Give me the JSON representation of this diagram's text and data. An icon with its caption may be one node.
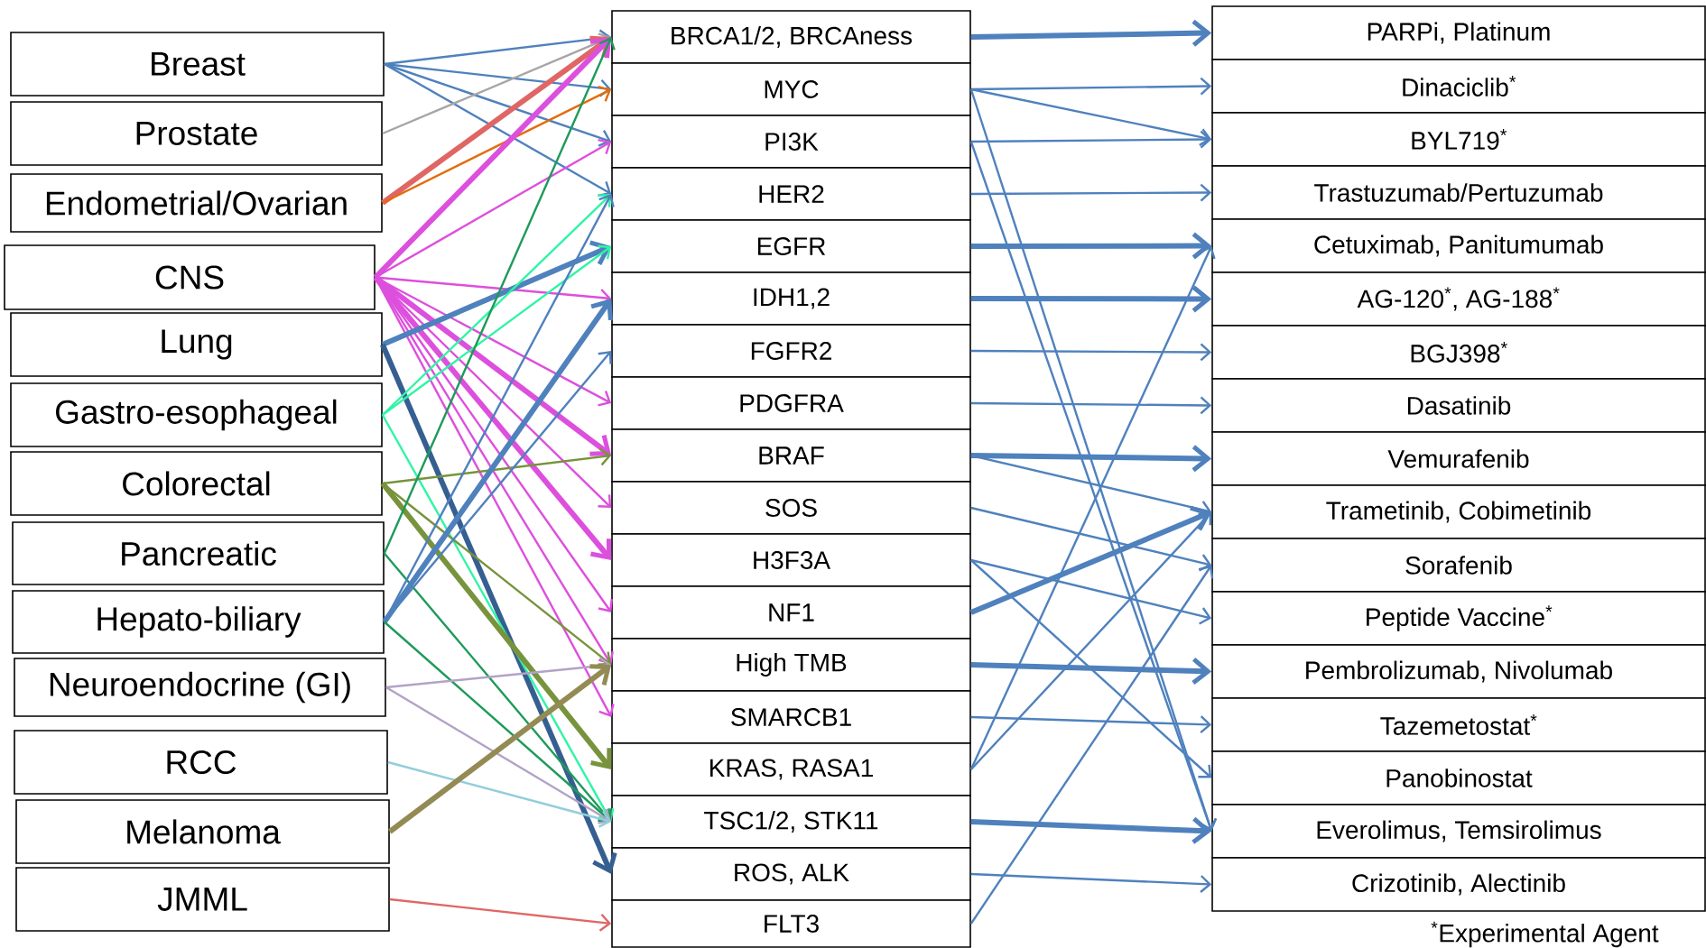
{
  "diagram": {
    "nodes": [
      {
        "text": [
          "Breast"
        ]
      },
      {
        "text": [
          "Prostate"
        ]
      },
      {
        "text": [
          "Endometrial/Ovarian"
        ]
      },
      {
        "text": [
          "CNS"
        ]
      },
      {
        "text": [
          "Lung"
        ]
      },
      {
        "text": [
          "Gastro-esophageal"
        ]
      },
      {
        "text": [
          "Colorectal"
        ]
      },
      {
        "text": [
          "Pancreatic"
        ]
      },
      {
        "text": [
          "Hepato-biliary"
        ]
      },
      {
        "text": [
          "Neuroendocrine (GI)"
        ]
      },
      {
        "text": [
          "RCC"
        ]
      },
      {
        "text": [
          "Melanoma"
        ]
      },
      {
        "text": [
          "JMML"
        ]
      },
      {
        "text": [
          "BRCA1/2, BRCAness"
        ]
      },
      {
        "text": [
          "MYC"
        ]
      },
      {
        "text": [
          "PI3K"
        ]
      },
      {
        "text": [
          "HER2"
        ]
      },
      {
        "text": [
          "EGFR"
        ]
      },
      {
        "text": [
          "IDH1,2"
        ]
      },
      {
        "text": [
          "FGFR2"
        ]
      },
      {
        "text": [
          "PDGFRA"
        ]
      },
      {
        "text": [
          "BRAF"
        ]
      },
      {
        "text": [
          "SOS"
        ]
      },
      {
        "text": [
          "H3F3A"
        ]
      },
      {
        "text": [
          "NF1"
        ]
      },
      {
        "text": [
          "High TMB"
        ]
      },
      {
        "text": [
          "SMARCB1"
        ]
      },
      {
        "text": [
          "KRAS, RASA1"
        ]
      },
      {
        "text": [
          "TSC1/2, STK11"
        ]
      },
      {
        "text": [
          "ROS, ALK"
        ]
      },
      {
        "text": [
          "FLT3"
        ]
      },
      {
        "text": [
          "PARPi, Platinum"
        ]
      },
      {
        "text": [
          "Dinaciclib$^{*}$"
        ]
      },
      {
        "text": [
          "BYL719$^{*}$"
        ]
      },
      {
        "text": [
          "Trastuzumab/Pertuzumab"
        ]
      },
      {
        "text": [
          "Cetuximab, Panitumumab"
        ]
      },
      {
        "text": [
          "AG-120$^{*}$, AG-188$^{*}$"
        ]
      },
      {
        "text": [
          "BGJ398$^{*}$"
        ]
      },
      {
        "text": [
          "Dasatinib"
        ]
      },
      {
        "text": [
          "Vemurafenib"
        ]
      },
      {
        "text": [
          "Trametinib, Cobimetinib"
        ]
      },
      {
        "text": [
          "Sorafenib"
        ]
      },
      {
        "text": [
          "Peptide Vaccine$^{*}$"
        ]
      },
      {
        "text": [
          "Pembrolizumab, Nivolumab"
        ]
      },
      {
        "text": [
          "Tazemetostat$^{*}$"
        ]
      },
      {
        "text": [
          "Panobinostat"
        ]
      },
      {
        "text": [
          "Everolimus, Temsirolimus"
        ]
      },
      {
        "text": [
          "Crizotinib, Alectinib"
        ]
      }
    ],
    "edges": [
      {
        "from": 0,
        "to": 13,
        "arrow": "to"
      },
      {
        "from": 0,
        "to": 14,
        "arrow": "to"
      },
      {
        "from": 0,
        "to": 15,
        "arrow": "to"
      },
      {
        "from": 0,
        "to": 16,
        "arrow": "to"
      },
      {
        "from": 1,
        "to": 13,
        "arrow": "to",
        "color": "#a6a6a6"
      },
      {
        "from": 2,
        "to": 13,
        "arrow": "to",
        "style": "thick",
        "color": "#e06666"
      },
      {
        "from": 2,
        "to": 14,
        "arrow": "to",
        "color": "#e36c09"
      },
      {
        "from": 3,
        "to": 13,
        "arrow": "to",
        "style": "thick",
        "color": "#dd4fdd"
      },
      {
        "from": 3,
        "to": 15,
        "arrow": "to",
        "color": "#dd4fdd"
      },
      {
        "from": 3,
        "to": 18,
        "arrow": "to",
        "color": "#dd4fdd"
      },
      {
        "from": 3,
        "to": 20,
        "arrow": "to",
        "color": "#dd4fdd"
      },
      {
        "from": 3,
        "to": 21,
        "arrow": "to",
        "style": "thick",
        "color": "#dd4fdd"
      },
      {
        "from": 3,
        "to": 22,
        "arrow": "to",
        "color": "#dd4fdd"
      },
      {
        "from": 3,
        "to": 23,
        "arrow": "to",
        "style": "thick",
        "color": "#dd4fdd"
      },
      {
        "from": 3,
        "to": 24,
        "arrow": "to",
        "color": "#dd4fdd"
      },
      {
        "from": 3,
        "to": 25,
        "arrow": "to",
        "color": "#dd4fdd"
      },
      {
        "from": 3,
        "to": 26,
        "arrow": "to",
        "color": "#dd4fdd"
      },
      {
        "from": 4,
        "to": 17,
        "arrow": "to",
        "style": "thick"
      },
      {
        "from": 4,
        "to": 29,
        "arrow": "to",
        "style": "thick",
        "color": "#365f91"
      },
      {
        "from": 5,
        "to": 16,
        "arrow": "to",
        "color": "#2ef5a5"
      },
      {
        "from": 5,
        "to": 17,
        "arrow": "to",
        "color": "#2ef5a5"
      },
      {
        "from": 5,
        "to": 28,
        "arrow": "to",
        "color": "#2ef5a5"
      },
      {
        "from": 6,
        "to": 21,
        "arrow": "to",
        "color": "#77933c"
      },
      {
        "from": 6,
        "to": 25,
        "arrow": "to",
        "color": "#77933c"
      },
      {
        "from": 6,
        "to": 27,
        "arrow": "to",
        "style": "thick",
        "color": "#77933c"
      },
      {
        "from": 7,
        "to": 13,
        "arrow": "to",
        "color": "#1e9a5a"
      },
      {
        "from": 7,
        "to": 28,
        "arrow": "to",
        "color": "#1e9a5a"
      },
      {
        "from": 8,
        "to": 16,
        "arrow": "to"
      },
      {
        "from": 8,
        "to": 18,
        "arrow": "to",
        "style": "thick"
      },
      {
        "from": 8,
        "to": 19,
        "arrow": "to"
      },
      {
        "from": 8,
        "to": 28,
        "arrow": "to",
        "color": "#1e9a5a"
      },
      {
        "from": 9,
        "to": 25,
        "arrow": "to",
        "color": "#b3a2c7"
      },
      {
        "from": 9,
        "to": 28,
        "arrow": "to",
        "color": "#b3a2c7"
      },
      {
        "from": 10,
        "to": 28,
        "arrow": "to",
        "color": "#92cddc"
      },
      {
        "from": 11,
        "to": 25,
        "arrow": "to",
        "style": "thick",
        "color": "#948a54"
      },
      {
        "from": 12,
        "to": 30,
        "arrow": "to",
        "color": "#e06666"
      },
      {
        "from": 13,
        "to": 31,
        "arrow": "to",
        "style": "thick"
      },
      {
        "from": 14,
        "to": 32,
        "arrow": "to"
      },
      {
        "from": 14,
        "to": 33,
        "arrow": "to"
      },
      {
        "from": 14,
        "to": 46,
        "arrow": "to"
      },
      {
        "from": 15,
        "to": 33,
        "arrow": "to"
      },
      {
        "from": 15,
        "to": 46,
        "arrow": "to"
      },
      {
        "from": 16,
        "to": 34,
        "arrow": "to"
      },
      {
        "from": 17,
        "to": 35,
        "arrow": "to",
        "style": "thick"
      },
      {
        "from": 18,
        "to": 36,
        "arrow": "to",
        "style": "thick"
      },
      {
        "from": 19,
        "to": 37,
        "arrow": "to"
      },
      {
        "from": 20,
        "to": 38,
        "arrow": "to"
      },
      {
        "from": 21,
        "to": 39,
        "arrow": "to",
        "style": "thick"
      },
      {
        "from": 21,
        "to": 40,
        "arrow": "to"
      },
      {
        "from": 22,
        "to": 41,
        "arrow": "to"
      },
      {
        "from": 23,
        "to": 42,
        "arrow": "to"
      },
      {
        "from": 23,
        "to": 45,
        "arrow": "to"
      },
      {
        "from": 24,
        "to": 40,
        "arrow": "to",
        "style": "thick"
      },
      {
        "from": 25,
        "to": 43,
        "arrow": "to",
        "style": "thick"
      },
      {
        "from": 26,
        "to": 44,
        "arrow": "to"
      },
      {
        "from": 27,
        "to": 40,
        "arrow": "to"
      },
      {
        "from": 27,
        "to": 35,
        "arrow": "to"
      },
      {
        "from": 28,
        "to": 46,
        "arrow": "to",
        "style": "thick"
      },
      {
        "from": 29,
        "to": 47,
        "arrow": "to"
      },
      {
        "from": 30,
        "to": 41,
        "arrow": "to"
      }
    ],
    "labels": [
      "$^{*}$Experimental Agent"
    ]
  }
}
